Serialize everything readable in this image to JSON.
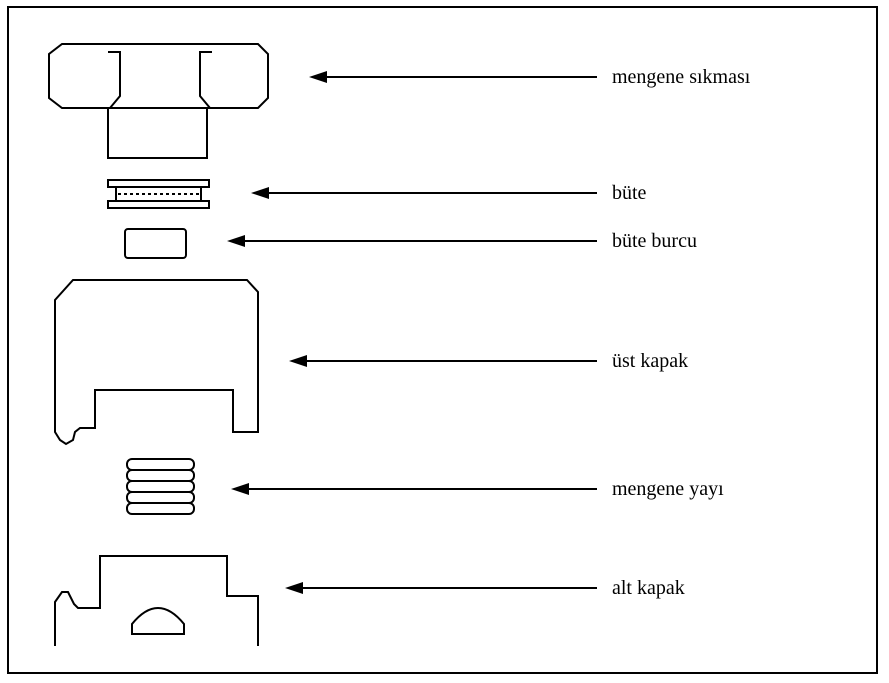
{
  "diagram": {
    "parts": [
      {
        "id": "mengene-sikmasi",
        "label": "mengene sıkması"
      },
      {
        "id": "bute",
        "label": "büte"
      },
      {
        "id": "bute-burcu",
        "label": "büte burcu"
      },
      {
        "id": "ust-kapak",
        "label": "üst kapak"
      },
      {
        "id": "mengene-yayi",
        "label": "mengene yayı"
      },
      {
        "id": "alt-kapak",
        "label": "alt kapak"
      }
    ]
  }
}
